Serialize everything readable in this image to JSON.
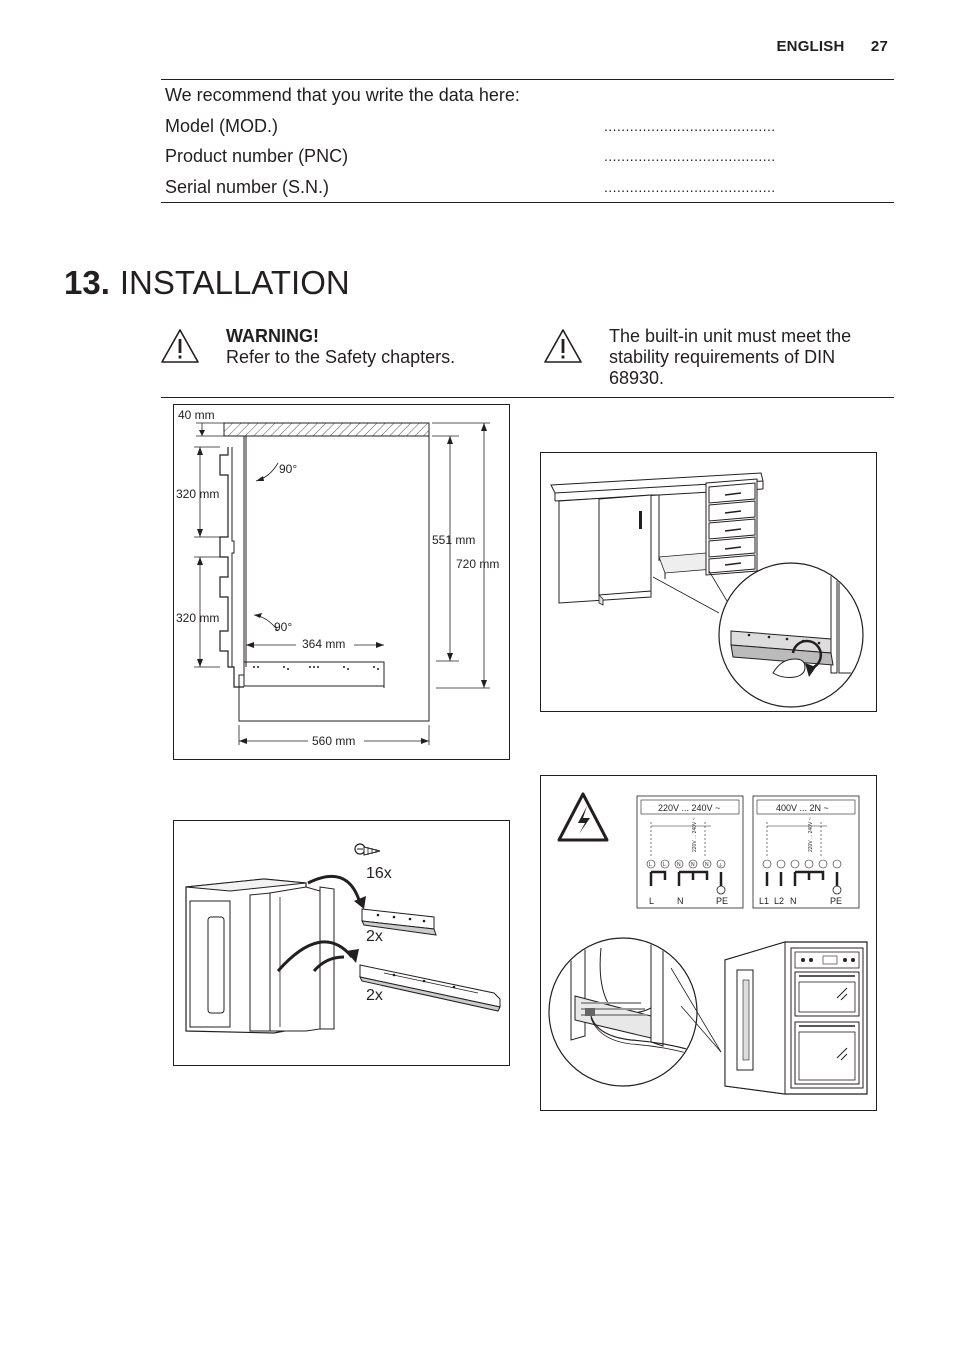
{
  "header": {
    "language": "ENGLISH",
    "page_number": "27"
  },
  "data_table": {
    "intro": "We recommend that you write the data here:",
    "rows": [
      {
        "label": "Model (MOD.)",
        "value": "........................................"
      },
      {
        "label": "Product number (PNC)",
        "value": "........................................"
      },
      {
        "label": "Serial number (S.N.)",
        "value": "........................................"
      }
    ]
  },
  "section": {
    "number": "13.",
    "title": "INSTALLATION"
  },
  "warnings": [
    {
      "title": "WARNING!",
      "text": "Refer to the Safety chapters."
    },
    {
      "text": "The built-in unit must meet the stability requirements of DIN 68930."
    }
  ],
  "figures": {
    "dimensions": {
      "top_gap": "40 mm",
      "upper_spacing": "320 mm",
      "lower_spacing": "320 mm",
      "angle_upper": "90°",
      "angle_lower": "90°",
      "bracket_width": "364 mm",
      "inner_height": "551 mm",
      "total_height": "720 mm",
      "total_width": "560 mm"
    },
    "rails": {
      "screws_qty": "16x",
      "brackets_qty": "2x",
      "rails_qty": "2x"
    },
    "wiring": {
      "scheme1_title": "220V ... 240V ~",
      "scheme1_mid": "220V ... 240V ~",
      "scheme1_terminals": [
        "L",
        "N",
        "PE"
      ],
      "scheme2_title": "400V ... 2N ~",
      "scheme2_mid": "220V ... 240V ~",
      "scheme2_terminals": [
        "L1",
        "L2",
        "N",
        "PE"
      ],
      "terminal_letters": [
        "L",
        "L",
        "N",
        "N",
        "N",
        "⏚"
      ]
    }
  },
  "colors": {
    "text": "#231f20",
    "background": "#ffffff",
    "hatch": "#777777"
  }
}
